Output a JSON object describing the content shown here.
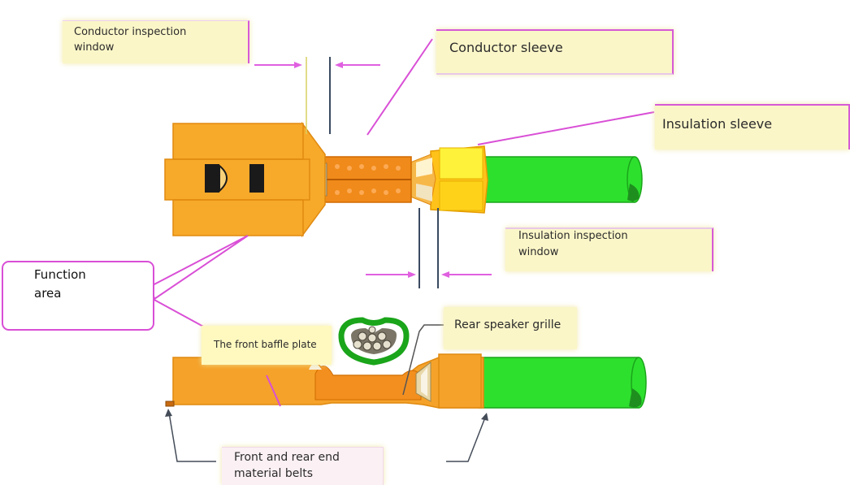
{
  "labels": {
    "conductor_inspection_window": "Conductor inspection\nwindow",
    "conductor_sleeve": "Conductor sleeve",
    "insulation_sleeve": "Insulation sleeve",
    "insulation_inspection_window": "Insulation inspection\nwindow",
    "function_area": "Function\narea",
    "front_baffle_plate": "The front baffle plate",
    "rear_speaker_grille": "Rear speaker grille",
    "material_belts": "Front and rear end\nmaterial belts"
  },
  "colors": {
    "terminal_orange": "#f5a623",
    "terminal_dark": "#e08a10",
    "wire_green": "#2ee02e",
    "insulation_yellow": "#ffe14a",
    "callout_magenta": "#d94fd6",
    "label_box": "#fbf6c8"
  }
}
